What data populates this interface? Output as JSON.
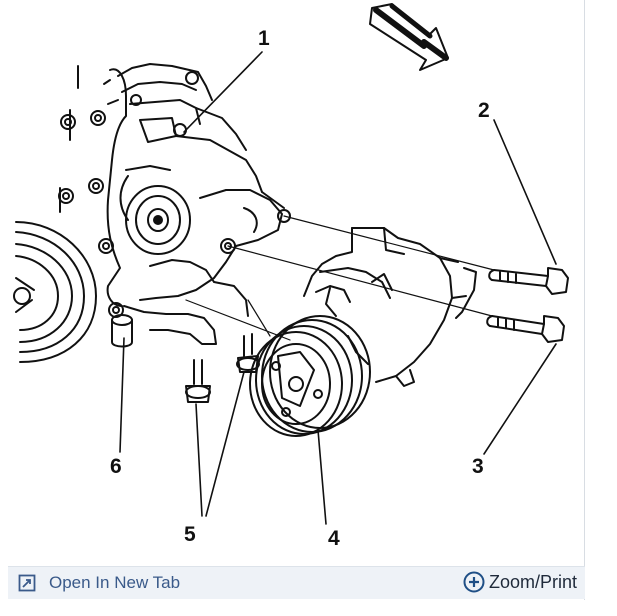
{
  "diagram": {
    "callouts": [
      "1",
      "2",
      "3",
      "4",
      "5",
      "6"
    ]
  },
  "toolbar": {
    "open_tab_label": "Open In New Tab",
    "open_tab_icon": "open-in-new-tab-icon",
    "zoom_label": "Zoom/Print",
    "zoom_icon": "zoom-plus-icon",
    "link_color": "#3a5a8a",
    "bar_color": "#eef2f7"
  }
}
